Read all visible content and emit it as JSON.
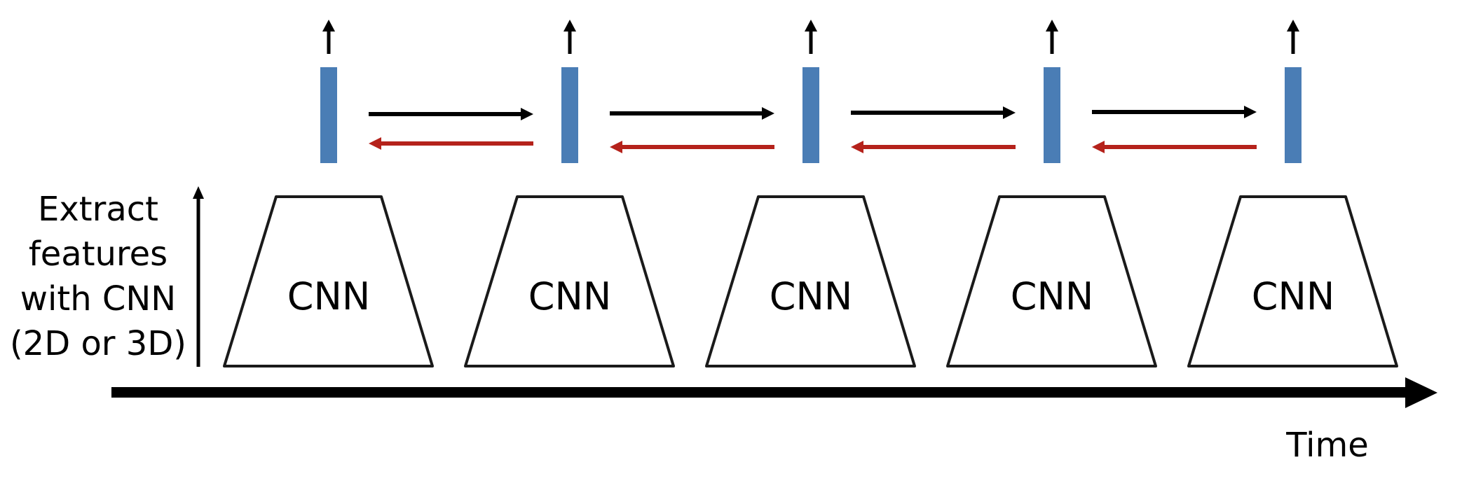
{
  "diagram": {
    "left_label": [
      "Extract",
      "features",
      "with CNN",
      "(2D or 3D)"
    ],
    "time_label": "Time",
    "unit_count": 5,
    "units": [
      {
        "cnn_label": "CNN"
      },
      {
        "cnn_label": "CNN"
      },
      {
        "cnn_label": "CNN"
      },
      {
        "cnn_label": "CNN"
      },
      {
        "cnn_label": "CNN"
      }
    ],
    "connections": [
      {
        "forward": true,
        "backward": true
      },
      {
        "forward": true,
        "backward": true
      },
      {
        "forward": true,
        "backward": true
      },
      {
        "forward": true,
        "backward": true
      }
    ],
    "colors": {
      "feature_bar": "#4a7db5",
      "forward_arrow": "#000000",
      "backward_arrow": "#b5221b",
      "outline": "#1a1a1a",
      "time_axis": "#000000"
    }
  }
}
